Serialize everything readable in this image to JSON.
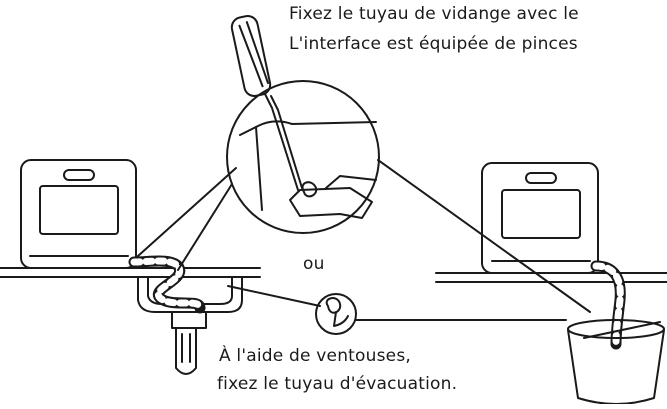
{
  "captions": {
    "top_line_1": "Fixez le tuyau de vidange avec le",
    "top_line_2": "L'interface est équipée de pinces",
    "or_label": "ou",
    "bottom_line_1": "À l'aide de ventouses,",
    "bottom_line_2": "fixez le tuyau d'évacuation."
  },
  "colors": {
    "ink": "#1a1a1a",
    "background": "#ffffff"
  },
  "icons": {
    "screwdriver": "screwdriver-icon",
    "suction_cup": "suction-cup-icon",
    "dishwasher": "dishwasher-icon",
    "bucket": "bucket-icon",
    "sink": "sink-icon"
  }
}
